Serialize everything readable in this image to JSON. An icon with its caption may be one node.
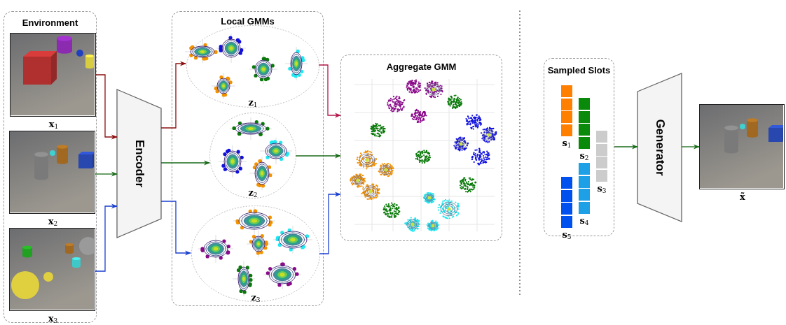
{
  "diagram": {
    "nodes": [
      {
        "text": [
          "Environment"
        ]
      },
      {
        "text": [],
        "shape": "picture",
        "in": 0,
        "beside": [
          "**x**$_{1}$"
        ]
      },
      {
        "text": [],
        "shape": "picture",
        "in": 0,
        "beside": [
          "**x**$_{2}$"
        ]
      },
      {
        "text": [],
        "shape": "picture",
        "in": 0,
        "beside": [
          "**x**$_{3}$"
        ]
      },
      {
        "text": [
          "Encoder"
        ]
      },
      {
        "text": [
          "Local GMMs"
        ]
      },
      {
        "text": [
          "**z**$_{1}$"
        ],
        "in": 5
      },
      {
        "text": [
          "**z**$_{2}$"
        ],
        "in": 5
      },
      {
        "text": [
          "**z**$_{3}$"
        ],
        "in": 5
      },
      {
        "text": [
          "Aggregate GMM"
        ]
      },
      {
        "text": [
          "Sampled Slots"
        ]
      },
      {
        "text": [],
        "shape": "bar",
        "in": 10,
        "beside": [
          "**s**$_{1}$"
        ]
      },
      {
        "text": [],
        "shape": "bar",
        "in": 10,
        "beside": [
          "**s**$_{2}$"
        ]
      },
      {
        "text": [],
        "shape": "bar",
        "in": 10,
        "beside": [
          "**s**$_{3}$"
        ]
      },
      {
        "text": [],
        "shape": "bar",
        "in": 10,
        "beside": [
          "**s**$_{4}$"
        ]
      },
      {
        "text": [],
        "shape": "bar",
        "in": 10,
        "beside": [
          "**s**$_{5}$"
        ]
      },
      {
        "text": [
          "Generator"
        ]
      },
      {
        "text": [],
        "shape": "picture",
        "beside": [
          "**x̃**"
        ]
      }
    ],
    "edges": [
      {
        "from": 1,
        "to": 4,
        "arrow": "to",
        "color": "#8b1010"
      },
      {
        "from": 2,
        "to": 4,
        "arrow": "to"
      },
      {
        "from": 3,
        "to": 4,
        "arrow": "to",
        "color": "#1a3fd0"
      },
      {
        "from": 4,
        "to": 6,
        "arrow": "to",
        "color": "#8b1010"
      },
      {
        "from": 4,
        "to": 7,
        "arrow": "to"
      },
      {
        "from": 4,
        "to": 8,
        "arrow": "to",
        "color": "#1a3fd0"
      },
      {
        "from": 6,
        "to": 9,
        "arrow": "to",
        "color": "#b5174a"
      },
      {
        "from": 7,
        "to": 9,
        "arrow": "to"
      },
      {
        "from": 8,
        "to": 9,
        "arrow": "to",
        "color": "#1a3fd0"
      },
      {
        "from": 10,
        "to": 16,
        "arrow": "to"
      },
      {
        "from": 16,
        "to": 17,
        "arrow": "to"
      }
    ]
  }
}
